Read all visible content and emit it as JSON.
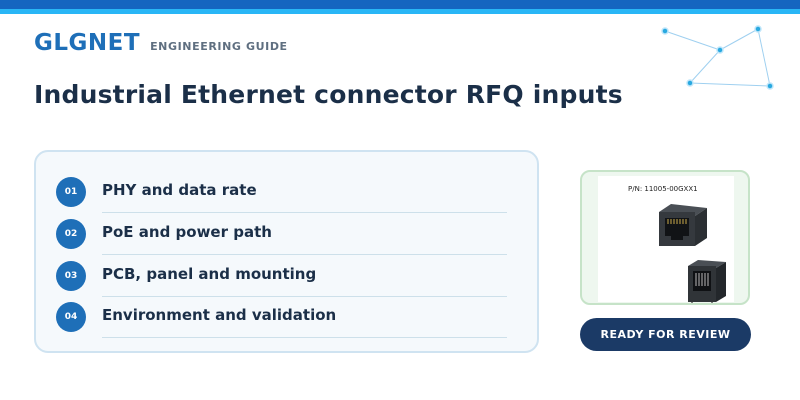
{
  "brand": {
    "name": "GLGNET",
    "subtitle": "ENGINEERING GUIDE"
  },
  "headline": "Industrial Ethernet connector RFQ inputs",
  "steps": [
    {
      "number": "01",
      "label": "PHY and data rate"
    },
    {
      "number": "02",
      "label": "PoE and power path"
    },
    {
      "number": "03",
      "label": "PCB, panel and mounting"
    },
    {
      "number": "04",
      "label": "Environment and validation"
    }
  ],
  "product": {
    "part_number": "P/N: 11005-00GXX1",
    "image_icon": "rj45-jack-icon"
  },
  "cta_label": "READY FOR REVIEW",
  "colors": {
    "brand_blue": "#1e6fb8",
    "navy": "#1b2f48",
    "button_navy": "#1b3a66",
    "top_bar_blue": "#1565c0",
    "top_bar_light": "#29b6f6"
  }
}
